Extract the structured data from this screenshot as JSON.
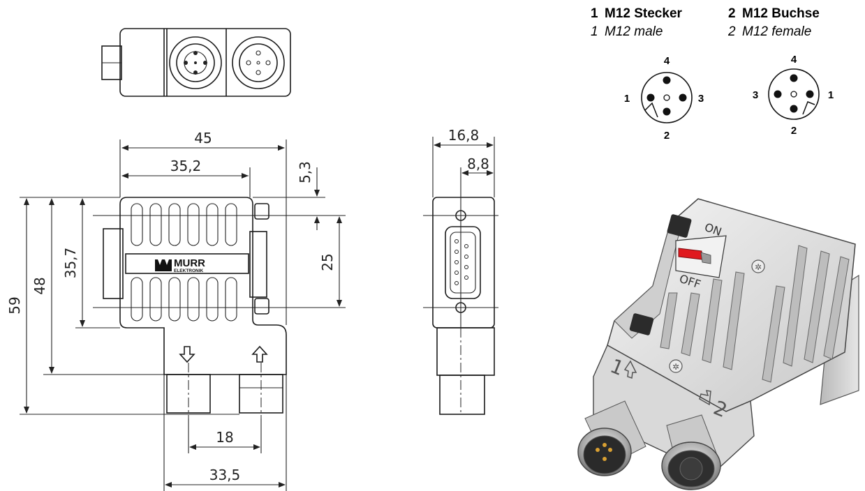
{
  "legend": {
    "connector1": {
      "number": "1",
      "label_de": "M12 Stecker",
      "label_en": "M12 male"
    },
    "connector2": {
      "number": "2",
      "label_de": "M12 Buchse",
      "label_en": "M12 female"
    }
  },
  "pinout_male": {
    "top": "4",
    "left": "1",
    "right": "3",
    "bottom": "2"
  },
  "pinout_female": {
    "top": "4",
    "left": "3",
    "right": "1",
    "bottom": "2"
  },
  "dimensions": {
    "width_total": "45",
    "width_body": "35,2",
    "offset_top": "5,3",
    "height_total": "59",
    "height_mid": "48",
    "height_body": "35,7",
    "screw_pitch": "25",
    "connector_pitch": "18",
    "connector_span": "33,5",
    "side_width": "16,8",
    "side_half": "8,8"
  },
  "brand": {
    "name": "MURR",
    "sub": "ELEKTRONIK"
  },
  "switch": {
    "on": "ON",
    "off": "OFF",
    "accent": "#e0191e"
  },
  "port_marks": {
    "in": "1",
    "out": "2"
  }
}
